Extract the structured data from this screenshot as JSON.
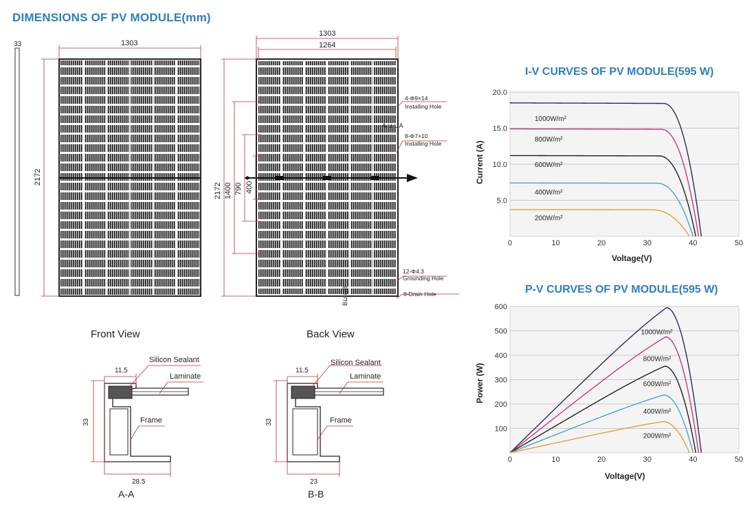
{
  "page": {
    "title": "DIMENSIONS OF PV MODULE(mm)"
  },
  "colors": {
    "title_blue": "#2e7fbd",
    "dimension_red": "#b4303a",
    "curve_1000": "#2b2d4f",
    "curve_800": "#c8387a",
    "curve_600": "#1f1f1f",
    "curve_400": "#4aa3c8",
    "curve_200": "#e3a136"
  },
  "front_view": {
    "label": "Front View",
    "side_thickness": "33",
    "width": "1303",
    "height": "2172"
  },
  "back_view": {
    "label": "Back View",
    "width_outer": "1303",
    "width_inner": "1264",
    "height": "2172",
    "dim_1400": "1400",
    "dim_790": "790",
    "dim_400": "400",
    "annot_installing_a1": "4-Φ9×14",
    "annot_installing_a2": "Installing Hole",
    "annot_installing_b1": "8-Φ7×10",
    "annot_installing_b2": "Installing Hole",
    "annot_grounding1": "12-Φ4.3",
    "annot_grounding2": "Grounding Hole",
    "annot_drain": "8-Drain Hole",
    "section_mark_top": "A ⊔ ⊔A",
    "section_mark_bottom": "B⊔ ⊔B"
  },
  "section_aa": {
    "label": "A-A",
    "sealant": "Silicon Sealant",
    "laminate": "Laminate",
    "frame": "Frame",
    "top_dim": "11.5",
    "height_dim": "33",
    "bottom_dim": "28.5"
  },
  "section_bb": {
    "label": "B-B",
    "sealant": "Silicon Sealant",
    "laminate": "Laminate",
    "frame": "Frame",
    "top_dim": "11.5",
    "height_dim": "33",
    "bottom_dim": "23"
  },
  "chart_data": [
    {
      "type": "line",
      "title": "I-V CURVES OF PV MODULE(595 W)",
      "xlabel": "Voltage(V)",
      "ylabel": "Current (A)",
      "xlim": [
        0,
        50
      ],
      "ylim": [
        0,
        20
      ],
      "x_ticks": [
        "0",
        "10",
        "20",
        "30",
        "40",
        "50"
      ],
      "y_ticks": [
        "5.0",
        "10.0",
        "15.0",
        "20.0"
      ],
      "grid": true,
      "series": [
        {
          "name": "1000W/m²",
          "color": "#2b2d4f",
          "isc": 18.5,
          "voc": 41.8,
          "knee_v": 33.5,
          "label_v": 3,
          "label_i": 16.5
        },
        {
          "name": "800W/m²",
          "color": "#c8387a",
          "isc": 14.9,
          "voc": 41.2,
          "knee_v": 33.0,
          "label_v": 3,
          "label_i": 13.6
        },
        {
          "name": "600W/m²",
          "color": "#1f1f1f",
          "isc": 11.2,
          "voc": 40.6,
          "knee_v": 32.5,
          "label_v": 3,
          "label_i": 10.1
        },
        {
          "name": "400W/m²",
          "color": "#4aa3c8",
          "isc": 7.4,
          "voc": 40.0,
          "knee_v": 32.0,
          "label_v": 3,
          "label_i": 6.3
        },
        {
          "name": "200W/m²",
          "color": "#e3a136",
          "isc": 3.7,
          "voc": 39.2,
          "knee_v": 31.0,
          "label_v": 3,
          "label_i": 2.7
        }
      ]
    },
    {
      "type": "line",
      "title": "P-V CURVES OF PV MODULE(595 W)",
      "xlabel": "Voltage(V)",
      "ylabel": "Power (W)",
      "xlim": [
        0,
        50
      ],
      "ylim": [
        0,
        600
      ],
      "x_ticks": [
        "0",
        "10",
        "20",
        "30",
        "40",
        "50"
      ],
      "y_ticks": [
        "100",
        "200",
        "300",
        "400",
        "500",
        "600"
      ],
      "grid": true,
      "series": [
        {
          "name": "1000W/m²",
          "color": "#2b2d4f",
          "pmax": 595,
          "vmp": 34.2,
          "voc": 41.8,
          "label_v": 28,
          "label_p": 497
        },
        {
          "name": "800W/m²",
          "color": "#c8387a",
          "pmax": 475,
          "vmp": 34.0,
          "voc": 41.2,
          "label_v": 28.5,
          "label_p": 387
        },
        {
          "name": "600W/m²",
          "color": "#1f1f1f",
          "pmax": 355,
          "vmp": 33.8,
          "voc": 40.6,
          "label_v": 28.5,
          "label_p": 285
        },
        {
          "name": "400W/m²",
          "color": "#4aa3c8",
          "pmax": 237,
          "vmp": 33.6,
          "voc": 40.0,
          "label_v": 28.5,
          "label_p": 172
        },
        {
          "name": "200W/m²",
          "color": "#e3a136",
          "pmax": 128,
          "vmp": 33.4,
          "voc": 39.2,
          "label_v": 28.5,
          "label_p": 72
        }
      ]
    }
  ]
}
